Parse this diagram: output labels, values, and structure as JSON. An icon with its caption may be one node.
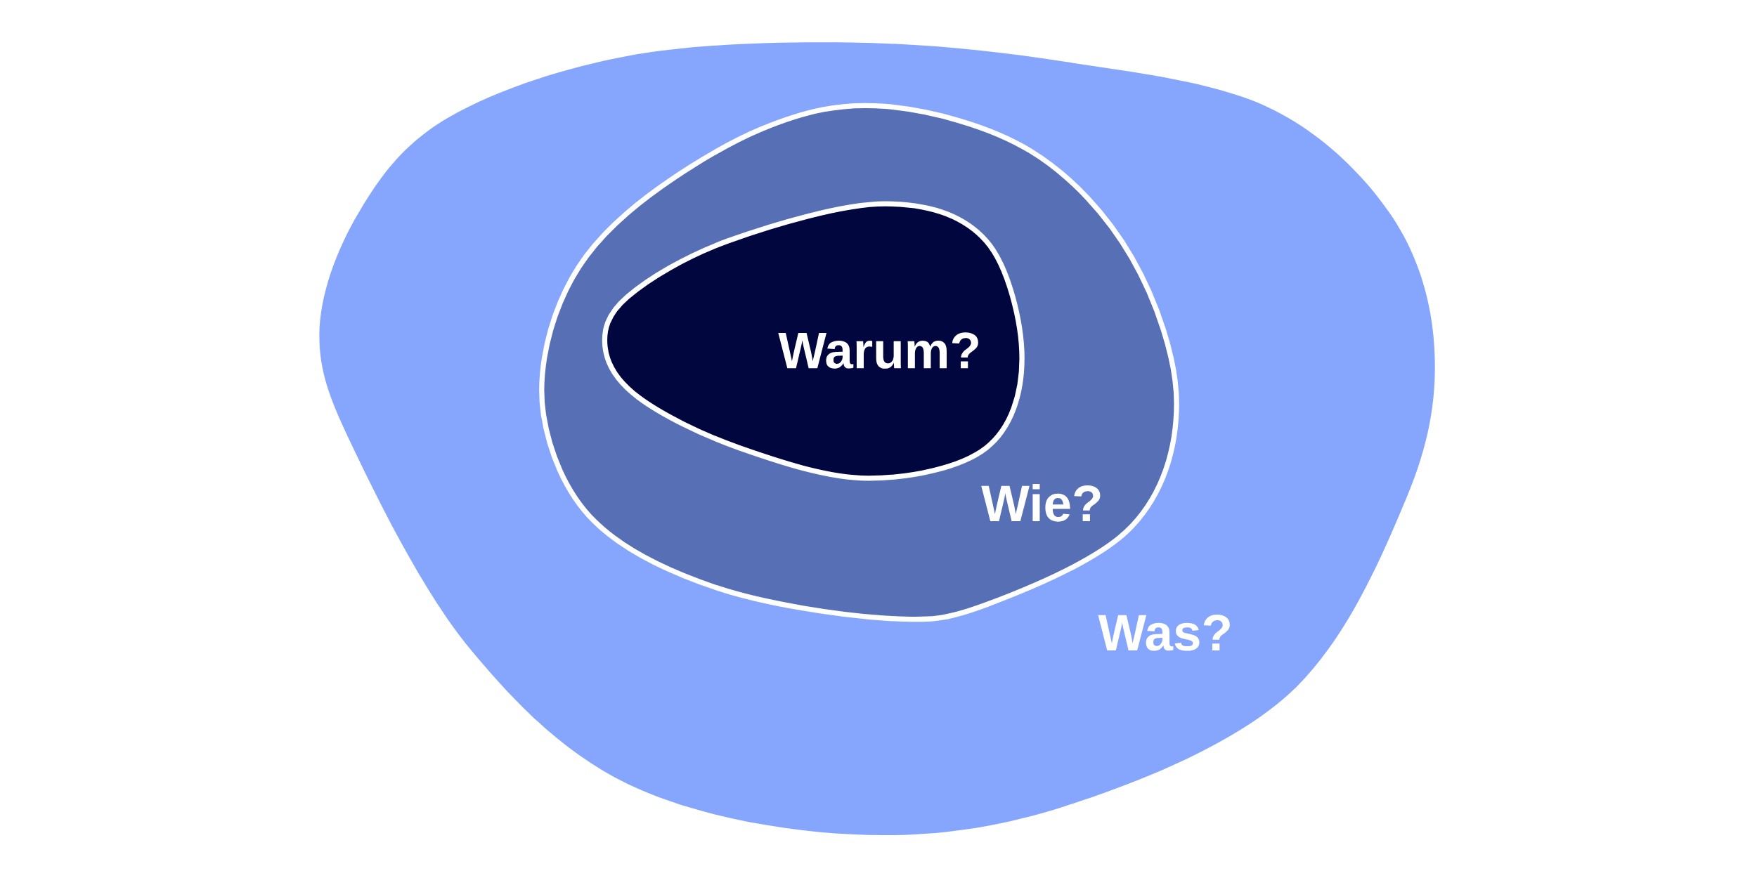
{
  "diagram": {
    "nodes": [
      {
        "text": [
          "Was?"
        ]
      },
      {
        "text": [
          "Wie?"
        ],
        "in": 0
      },
      {
        "text": [
          "Warum?"
        ],
        "in": 1
      }
    ]
  }
}
